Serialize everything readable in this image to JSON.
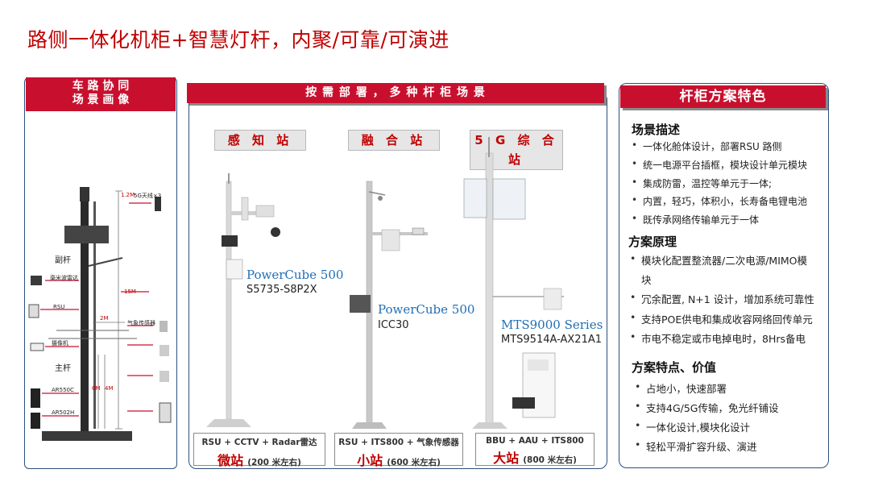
{
  "title": "路侧一体化机柜+智慧灯杆，内聚/可靠/可演进",
  "left_panel": {
    "header_line1": "车 路 协 同",
    "header_line2": "场 景 画 像",
    "pole_labels": {
      "fu_gan": "副杆",
      "zhu_gan": "主杆",
      "h_1_2m": "1.2M",
      "h_15m": "15M",
      "h_2m": "2M",
      "h_6m": "6M",
      "h_4m": "4M",
      "g5_ant": "5G天线×3",
      "rsu": "RSU",
      "weather": "气象传感器",
      "camera": "摄像机",
      "ar550c": "AR550C",
      "ar502h": "AR502H",
      "radar": "毫米波雷达"
    }
  },
  "middle_panel": {
    "header": "按 需 部 署 ， 多 种 杆 柜 场 景",
    "stations": [
      {
        "label": "感 知 站",
        "product": "PowerCube 500",
        "model": "S5735-S8P2X",
        "bottom_line1": "RSU + CCTV + Radar雷达",
        "size_big": "微站",
        "size_small": "(200 米左右)"
      },
      {
        "label": "融 合 站",
        "product": "PowerCube 500",
        "model": "ICC30",
        "bottom_line1": "RSU + ITS800 + 气象传感器",
        "size_big": "小站",
        "size_small": "(600 米左右)"
      },
      {
        "label": "5 G 综 合 站",
        "product": "MTS9000 Series",
        "model": "MTS9514A-AX21A1",
        "bottom_line1": "BBU + AAU + ITS800",
        "size_big": "大站",
        "size_small": "(800 米左右)"
      }
    ]
  },
  "right_panel": {
    "header": "杆柜方案特色",
    "sections": [
      {
        "title": "场景描述",
        "items": [
          "一体化舱体设计，部署RSU 路侧",
          "统一电源平台插框，模块设计单元模块",
          "集成防雷，温控等单元于一体;",
          "内置，轻巧，体积小，长寿备电锂电池",
          "既传承网络传输单元于一体"
        ]
      },
      {
        "title": "方案原理",
        "items": [
          "模块化配置整流器/二次电源/MIMO模",
          "块",
          "冗余配置, N+1 设计，增加系统可靠性",
          "支持POE供电和集成收容网络回传单元",
          "市电不稳定或市电掉电时，8Hrs备电"
        ]
      },
      {
        "title": "方案特点、价值",
        "items": [
          "占地小，快速部署",
          "支持4G/5G传输，免光纤铺设",
          "一体化设计,模块化设计",
          "轻松平滑扩容升级、演进"
        ]
      }
    ]
  },
  "colors": {
    "accent_red": "#c8102e",
    "title_red": "#c00000",
    "panel_border": "#2d4f7c",
    "product_blue": "#1f6fb5"
  }
}
